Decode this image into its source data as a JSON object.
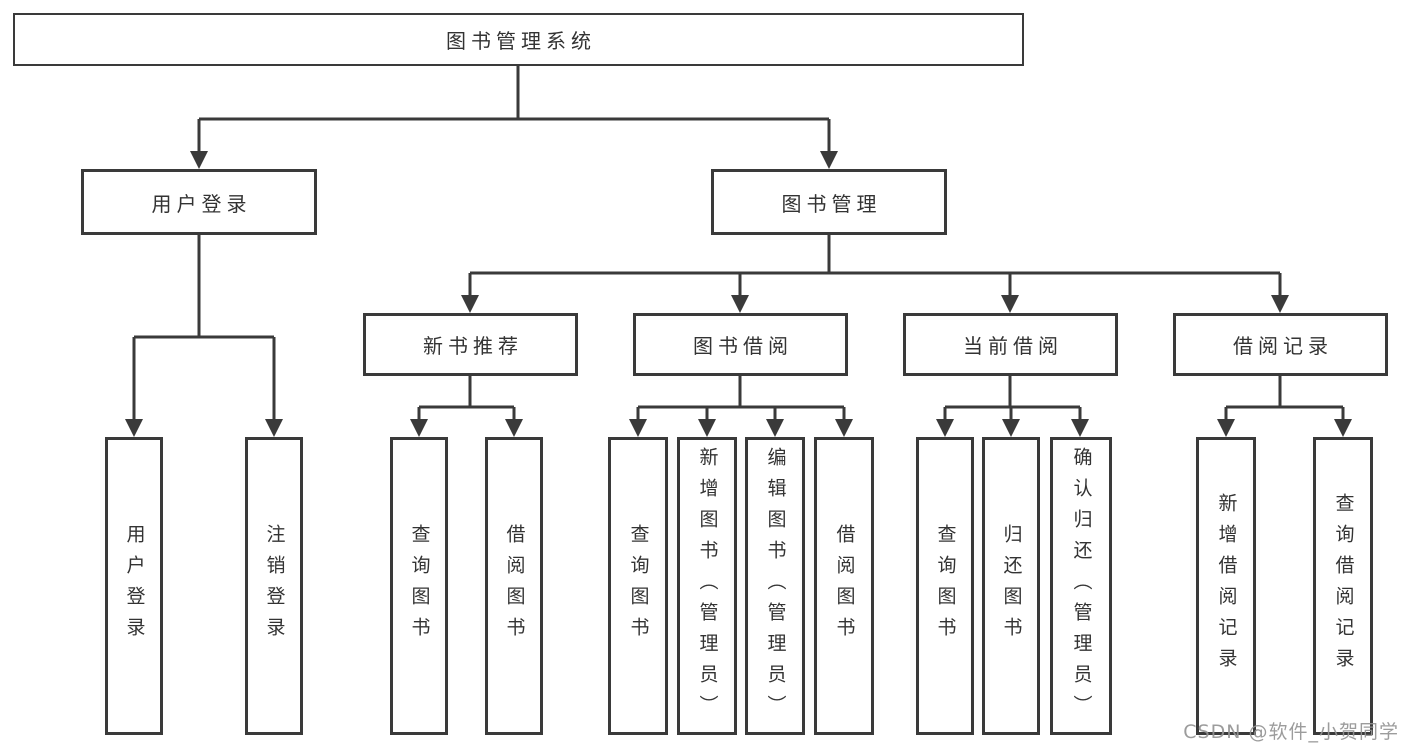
{
  "diagram": {
    "root": {
      "label": "图书管理系统"
    },
    "branches": {
      "user_login": {
        "label": "用户登录"
      },
      "book_management": {
        "label": "图书管理"
      }
    },
    "modules": {
      "new_book_recommend": {
        "label": "新书推荐"
      },
      "book_borrowing": {
        "label": "图书借阅"
      },
      "current_borrowing": {
        "label": "当前借阅"
      },
      "borrowing_records": {
        "label": "借阅记录"
      }
    },
    "functions": {
      "user_login_1": "用户登录",
      "user_login_2": "注销登录",
      "recommend_1": "查询图书",
      "recommend_2": "借阅图书",
      "borrowing_1": "查询图书",
      "borrowing_2": "新增图书（管理员）",
      "borrowing_3": "编辑图书（管理员）",
      "borrowing_4": "借阅图书",
      "current_1": "查询图书",
      "current_2": "归还图书",
      "current_3": "确认归还（管理员）",
      "records_1": "新增借阅记录",
      "records_2": "查询借阅记录"
    }
  },
  "watermark": {
    "text": "CSDN @软件_小贺同学",
    "color": "#949494"
  },
  "colors": {
    "line": "#3a3a3a",
    "box_border": "#3a3a3a",
    "text": "#333333",
    "background": "#ffffff"
  }
}
